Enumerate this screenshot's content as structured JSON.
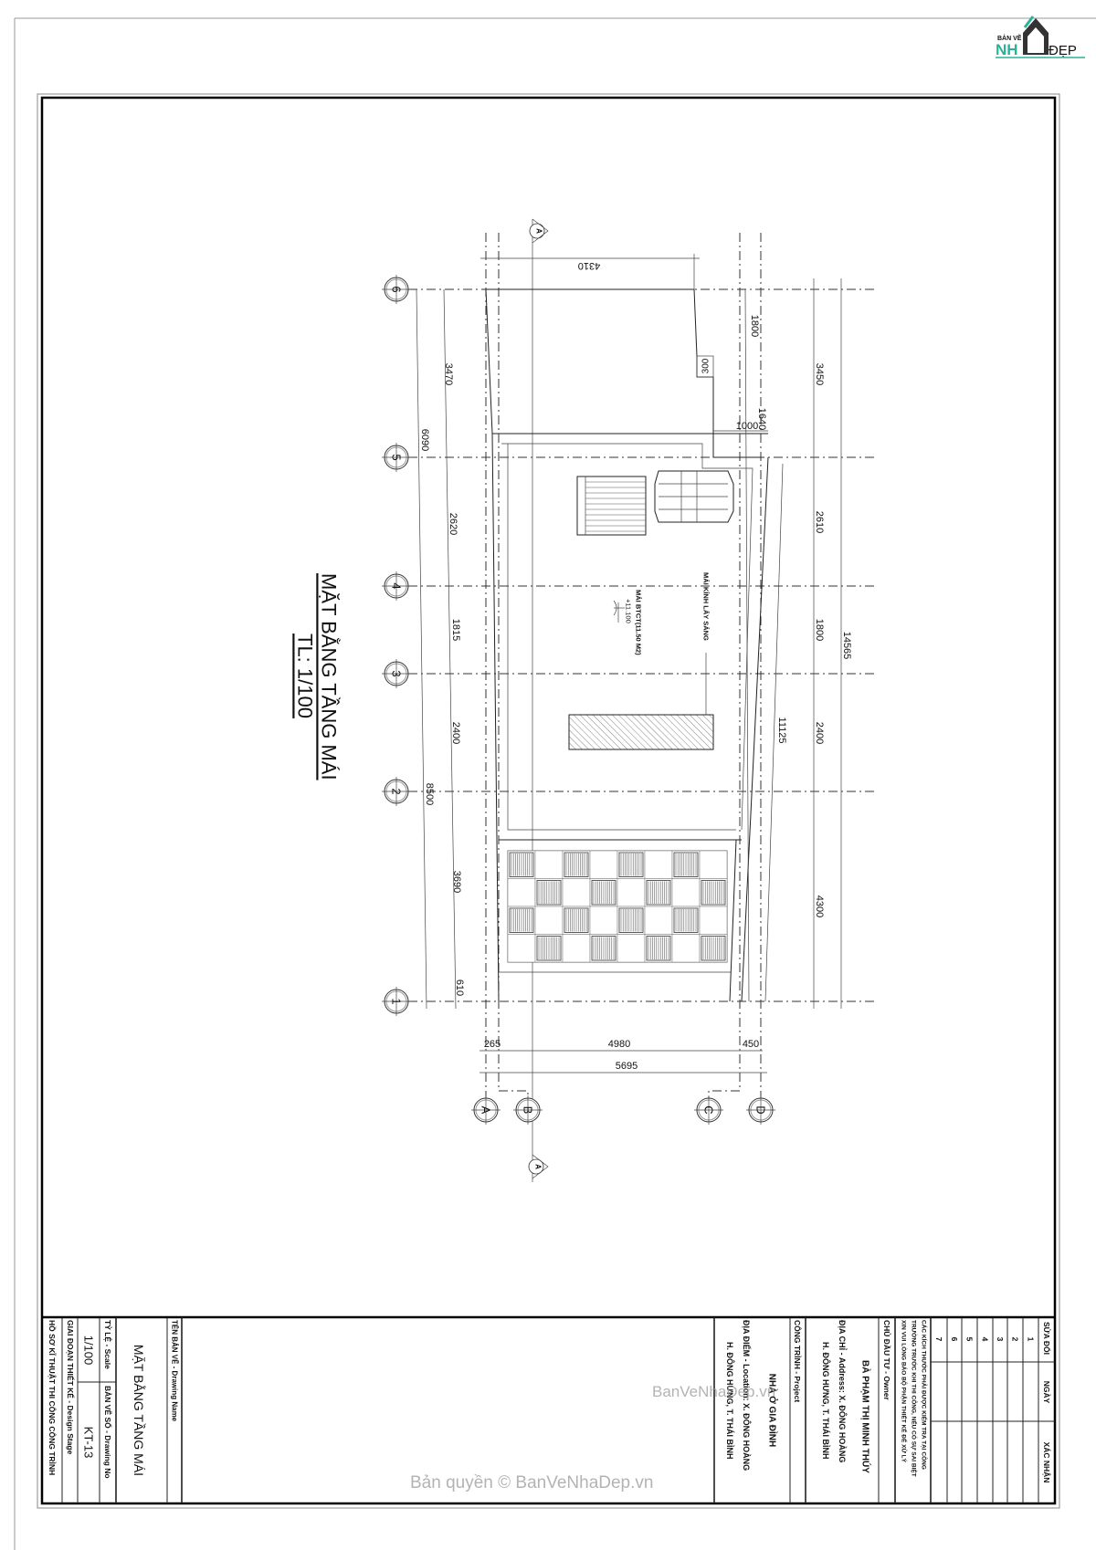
{
  "logo": {
    "small": "BẢN VẼ",
    "left": "NH",
    "right": "ĐẸP",
    "color": "#2bb39a"
  },
  "drawing": {
    "title": "MẶT BẰNG TẦNG MÁI",
    "scale": "TL: 1/100",
    "grid_rows": [
      "6",
      "5",
      "4",
      "3",
      "2",
      "1"
    ],
    "grid_cols": [
      "A",
      "B",
      "C",
      "D"
    ],
    "section_mark": "A"
  },
  "dimensions": {
    "top": "4310",
    "left_overall_upper": "6090",
    "left_overall_lower": "8500",
    "left_chain": [
      "3470",
      "2620",
      "1815",
      "2400",
      "3690",
      "610"
    ],
    "right_chain": [
      "3450",
      "2610",
      "1800",
      "2400",
      "4300"
    ],
    "right_overall": "14565",
    "right_slanted": "11125",
    "notch": [
      "1800",
      "300",
      "1640",
      "1000"
    ],
    "bottom_chain": [
      "265",
      "4980",
      "450"
    ],
    "bottom_overall": "5695"
  },
  "labels": {
    "skylight": "MÁI KÍNH LẤY SÁNG",
    "roof": "MÁI BTCT(11.50 M2)",
    "elevation": "+11.100"
  },
  "title_block": {
    "revision_header": {
      "no": "SỬA ĐỔI",
      "date": "NGÀY",
      "confirm": "XÁC NHẬN"
    },
    "revision_numbers": [
      "1",
      "2",
      "3",
      "4",
      "5",
      "6",
      "7"
    ],
    "notes": [
      "CÁC KÍCH THƯỚC PHẢI ĐƯỢC KIỂM TRA TẠI CÔNG",
      "TRƯỜNG TRƯỚC KHI THI CÔNG, NẾU CÓ SỰ SAI BIỆT",
      "XIN VUI LÒNG BÁO BỘ PHẬN THIẾT KẾ ĐỂ XỬ LÝ"
    ],
    "owner_label": "CHỦ ĐẦU TƯ - Owner",
    "owner_name": "BÀ PHẠM THỊ MINH THÚY",
    "owner_address_1": "ĐỊA CHỈ - Address: X. ĐÔNG HOÀNG",
    "owner_address_2": "H. ĐÔNG HƯNG, T. THÁI BÌNH",
    "project_label": "CÔNG TRÌNH - Project",
    "project_name": "NHÀ Ở GIA ĐÌNH",
    "location_1": "ĐỊA ĐIỂM - Location: X. ĐÔNG HOÀNG",
    "location_2": "H. ĐÔNG HƯNG, T. THÁI BÌNH",
    "drawing_name_label": "TÊN BẢN VẼ - Drawing Name",
    "drawing_name": "MẶT BẰNG TẦNG MÁI",
    "scale_label": "TỶ LỆ - Scale",
    "scale_value": "1/100",
    "drawing_no_label": "BẢN VẼ SỐ - Drawing No",
    "drawing_no": "KT-13",
    "stage": "GIAI ĐOẠN THIẾT KẾ - Design Stage",
    "dossier": "HỒ SƠ KĨ THUẬT THI CÔNG CÔNG TRÌNH"
  },
  "watermarks": [
    "BanVeNhaDep.vn",
    "Bản quyền © BanVeNhaDep.vn"
  ]
}
